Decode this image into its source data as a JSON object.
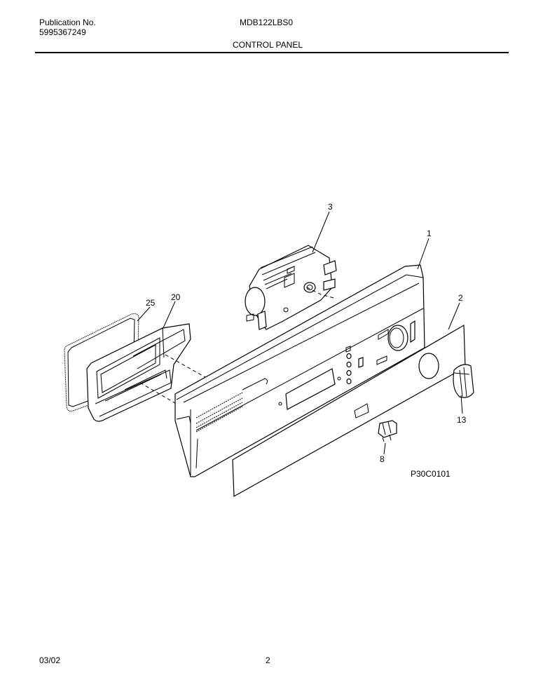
{
  "header": {
    "publication_label": "Publication No.",
    "publication_number": "5995367249",
    "model": "MDB122LBS0",
    "section_title": "CONTROL PANEL"
  },
  "diagram": {
    "callouts": {
      "c1": "1",
      "c2": "2",
      "c3": "3",
      "c8": "8",
      "c13": "13",
      "c20": "20",
      "c25": "25"
    },
    "figure_code": "P30C0101"
  },
  "footer": {
    "date": "03/02",
    "page": "2"
  }
}
